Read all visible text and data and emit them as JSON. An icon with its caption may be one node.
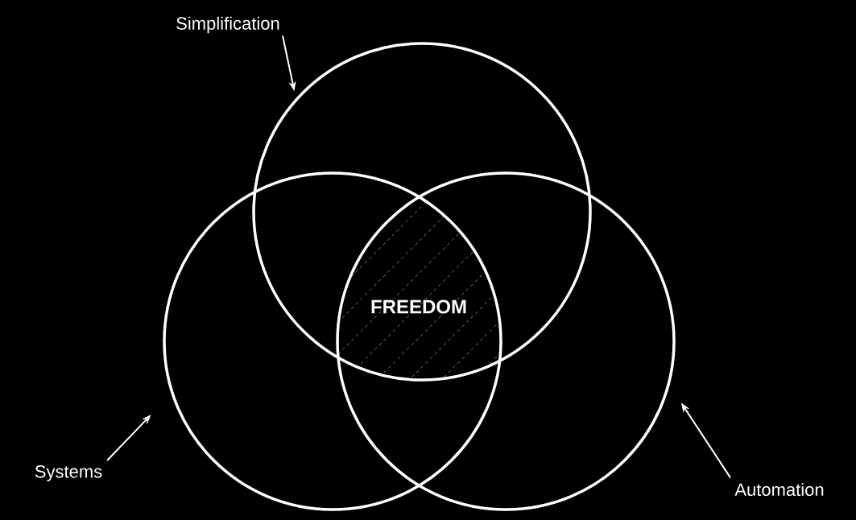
{
  "diagram": {
    "nodes": [
      {
        "text": [
          "Simplification"
        ]
      },
      {
        "text": [],
        "shape": "circle"
      },
      {
        "text": [],
        "shape": "circle"
      },
      {
        "text": [],
        "shape": "circle"
      },
      {
        "text": [
          "FREEDOM"
        ]
      },
      {
        "text": [
          "Systems"
        ]
      },
      {
        "text": [
          "Automation"
        ]
      }
    ],
    "edges": [
      {
        "from": 0,
        "to": 1,
        "arrow": "to"
      },
      {
        "from": 5,
        "to": 2,
        "arrow": "to"
      },
      {
        "from": 6,
        "to": 3,
        "arrow": "to"
      }
    ]
  }
}
